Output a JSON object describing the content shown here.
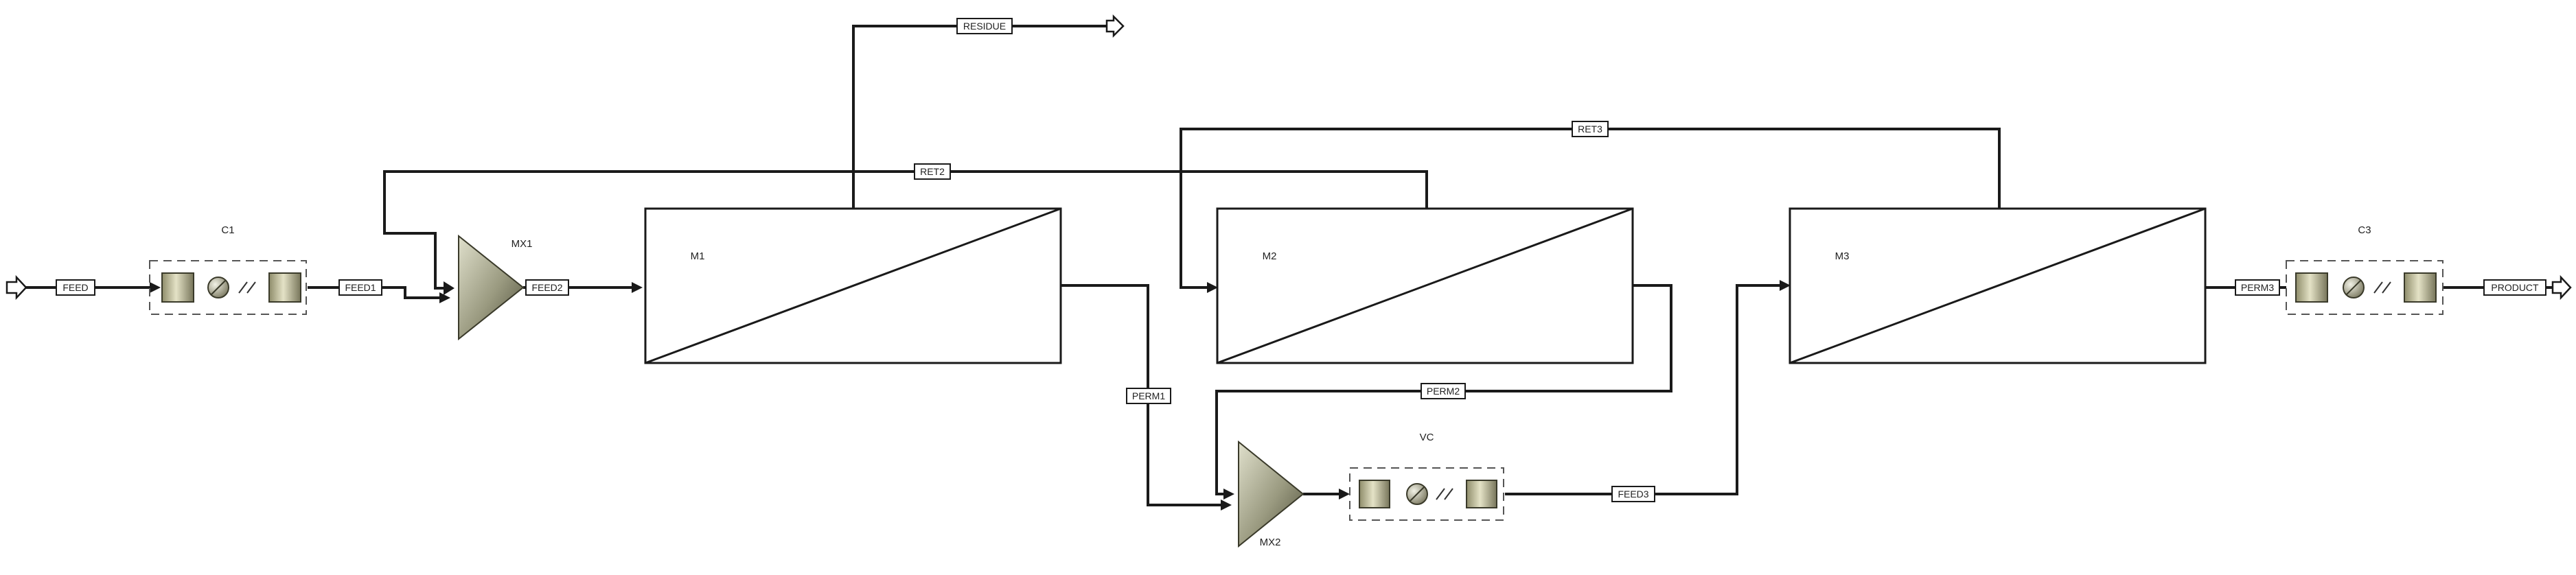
{
  "diagram": {
    "title": "",
    "colors": {
      "stream": "#1a1a1a",
      "mixer_fill_light": "#d8d8c4",
      "mixer_fill_dark": "#5e5e48",
      "compressor_fill": "#c9c7a4",
      "membrane_fill": "#ffffff"
    },
    "blocks": {
      "c1": {
        "label": "C1",
        "icon": "compressor-icon"
      },
      "mx1": {
        "label": "MX1",
        "icon": "mixer-icon"
      },
      "m1": {
        "label": "M1",
        "icon": "membrane-icon"
      },
      "m2": {
        "label": "M2",
        "icon": "membrane-icon"
      },
      "m3": {
        "label": "M3",
        "icon": "membrane-icon"
      },
      "mx2": {
        "label": "MX2",
        "icon": "mixer-icon"
      },
      "vc": {
        "label": "VC",
        "icon": "compressor-icon"
      },
      "c3": {
        "label": "C3",
        "icon": "compressor-icon"
      }
    },
    "streams": {
      "feed": "FEED",
      "feed1": "FEED1",
      "feed2": "FEED2",
      "residue": "RESIDUE",
      "ret2": "RET2",
      "ret3": "RET3",
      "perm1": "PERM1",
      "perm2": "PERM2",
      "feed3": "FEED3",
      "perm3": "PERM3",
      "product": "PRODUCT"
    }
  }
}
